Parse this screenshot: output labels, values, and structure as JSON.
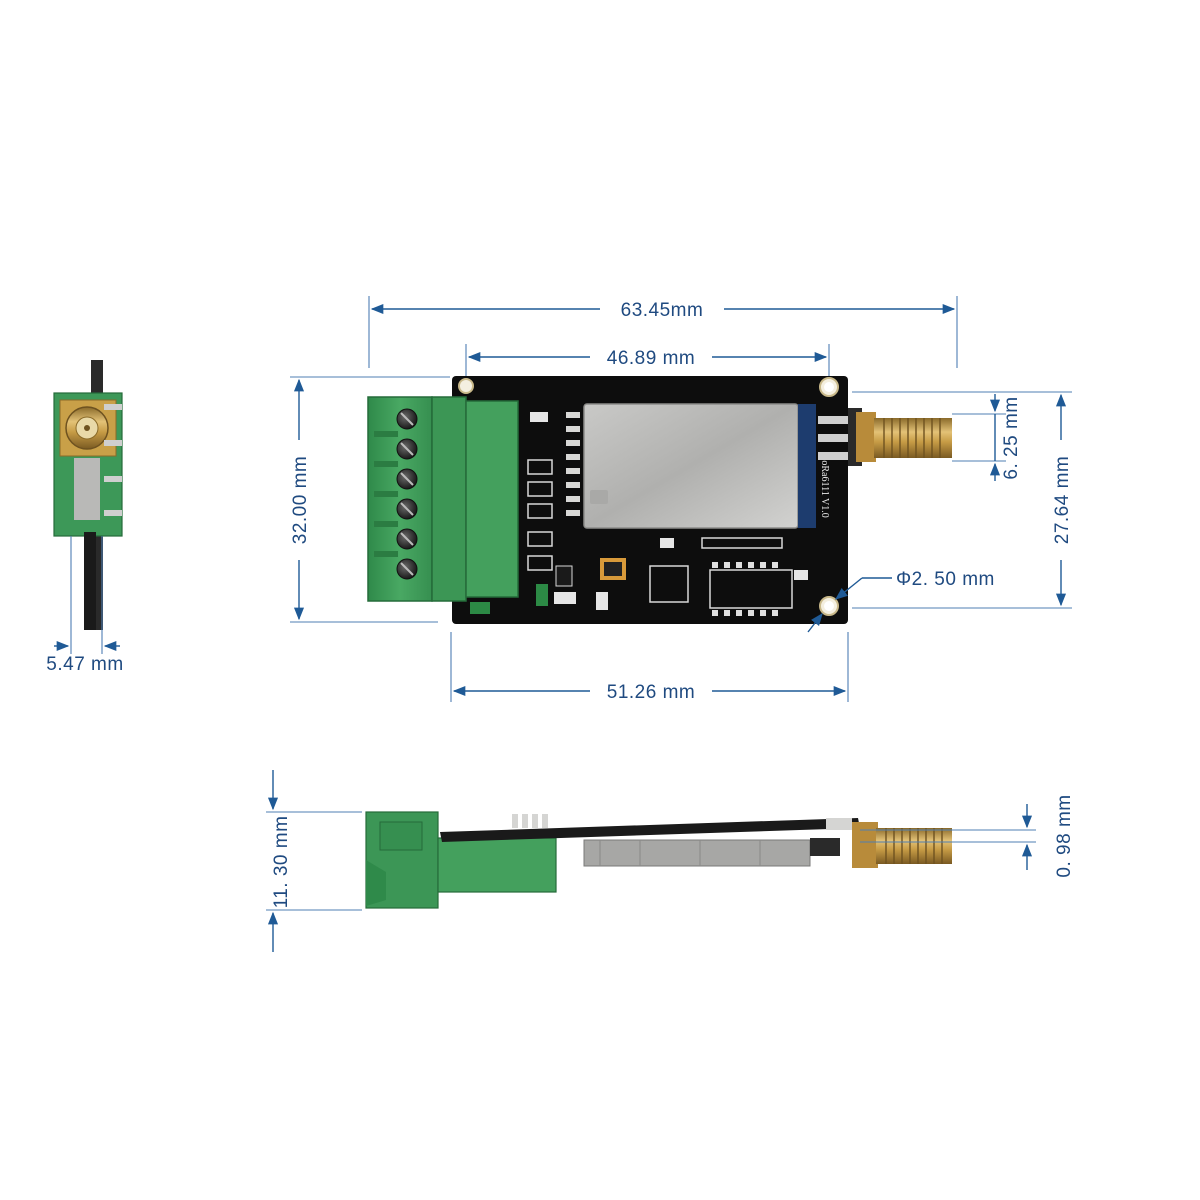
{
  "board_label": "LoRa6111 V1.0",
  "dimensions": {
    "overall_length": "63.45mm",
    "module_length": "46.89 mm",
    "board_length": "51.26 mm",
    "board_height": "32.00 mm",
    "hole_spacing": "27.64 mm",
    "connector_offset": "6. 25 mm",
    "hole_diameter": "Φ2. 50 mm",
    "side_thickness": "5.47 mm",
    "profile_height": "11. 30 mm",
    "pcb_thickness": "0. 98 mm"
  },
  "colors": {
    "dimension": "#1f5a96",
    "pcb": "#0d0d0d",
    "terminal": "#3f9a58",
    "shield": "#b8b8b6",
    "sma_gold": "#c29a45"
  }
}
